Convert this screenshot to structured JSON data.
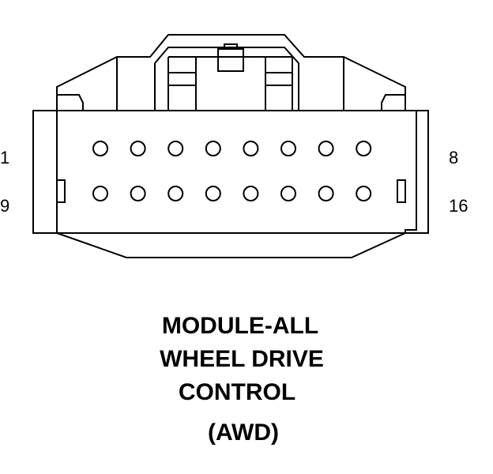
{
  "diagram": {
    "title_lines": [
      "MODULE-ALL",
      "WHEEL DRIVE",
      "CONTROL",
      "(AWD)"
    ],
    "pin_labels": {
      "row1_start": "1",
      "row1_end": "8",
      "row2_start": "9",
      "row2_end": "16"
    },
    "pins": {
      "rows": 2,
      "per_row": 8,
      "total": 16
    },
    "colors": {
      "stroke": "#000000",
      "background": "#ffffff"
    }
  }
}
